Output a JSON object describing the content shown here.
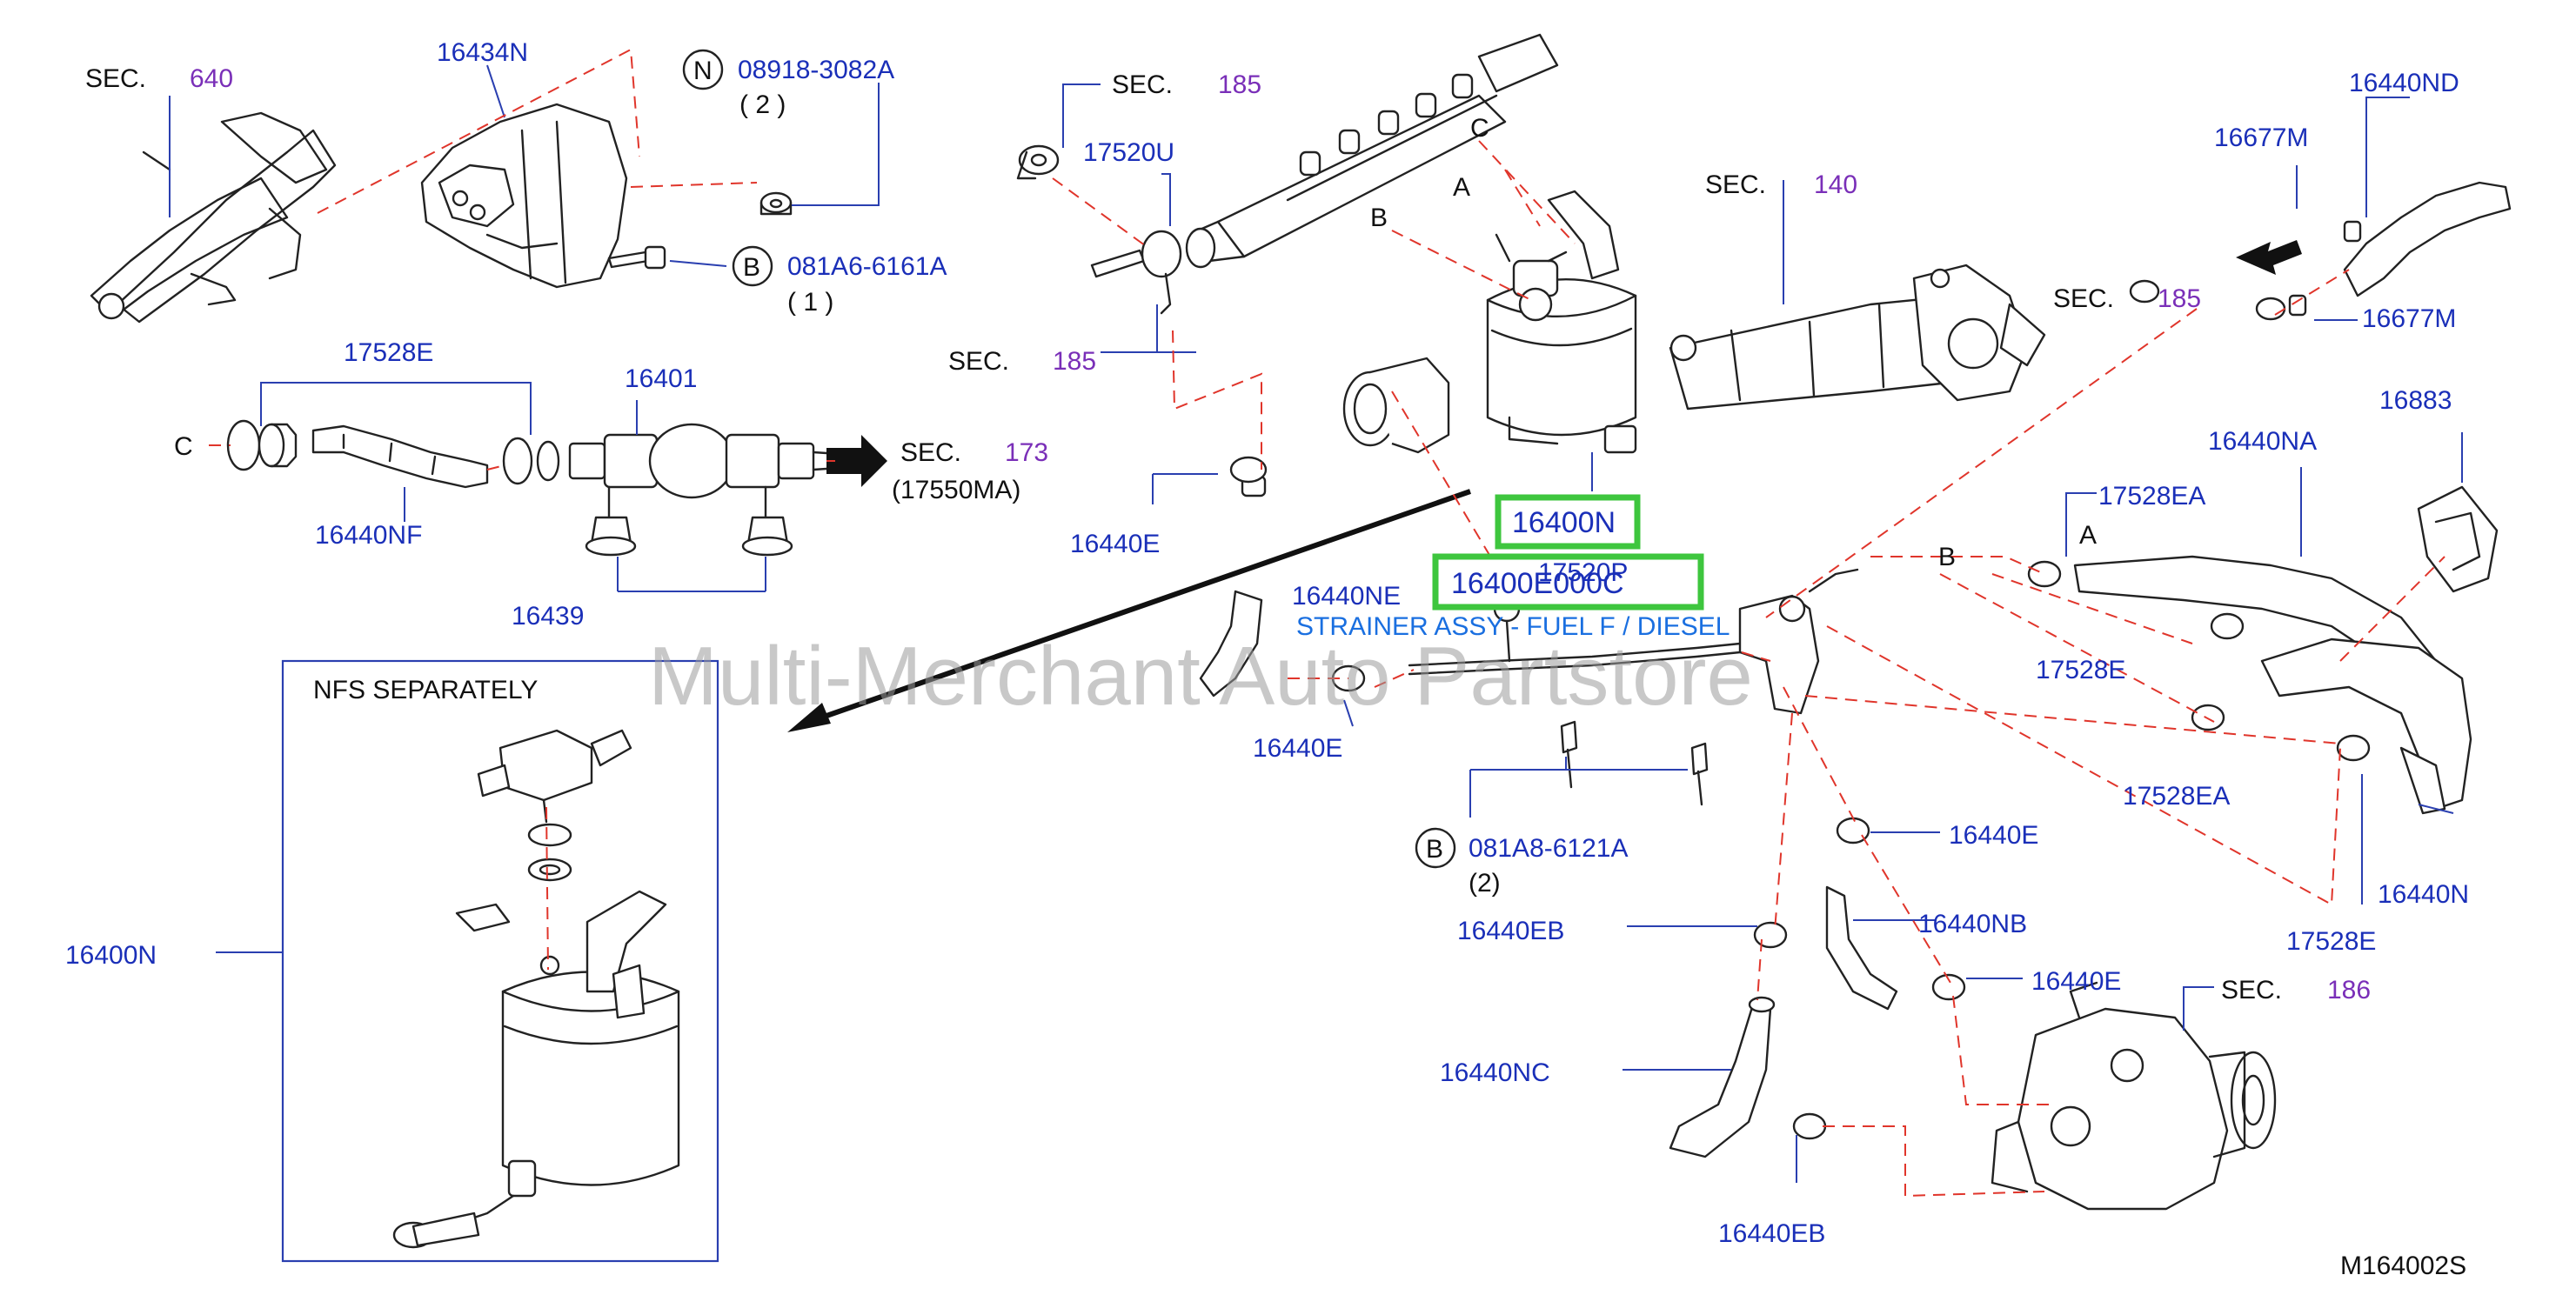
{
  "watermark": "Multi-Merchant Auto Partstore",
  "diagram_code": "M164002S",
  "highlight": {
    "part_a": "16400N",
    "part_b": "16400E000C",
    "part_b_name": "STRAINER ASSY - FUEL F / DIESEL"
  },
  "labels": {
    "sec": "SEC.",
    "sec_640": "640",
    "p16434N": "16434N",
    "nut_prefix": "N",
    "nut_num": "08918-3082A",
    "nut_qty": "( 2 )",
    "bolt_prefix": "B",
    "bolt_num": "081A6-6161A",
    "bolt_qty": "( 1 )",
    "p17528E_top": "17528E",
    "p16401": "16401",
    "letter_c_left": "C",
    "sec_173": "173",
    "p17550MA": "(17550MA)",
    "p16440NF": "16440NF",
    "p16439": "16439",
    "nfs_separately": "NFS  SEPARATELY",
    "p16400N_left": "16400N",
    "sec_185_top": "185",
    "p17520U": "17520U",
    "sec_185_mid": "185",
    "p16440E_1": "16440E",
    "p16440NE": "16440NE",
    "p16440E_2": "16440E",
    "p17520P": "17520P",
    "letter_a": "A",
    "letter_b": "B",
    "letter_c_top": "C",
    "sec_140": "140",
    "p16440ND": "16440ND",
    "p16677M_1": "16677M",
    "sec_185_right": "185",
    "p16677M_2": "16677M",
    "p16883": "16883",
    "p16440NA": "16440NA",
    "p17528EA_1": "17528EA",
    "letter_b_right": "B",
    "letter_a_right": "A",
    "p17528E_right": "17528E",
    "p17528EA_2": "17528EA",
    "p16440N_right": "16440N",
    "p17528E_bottom": "17528E",
    "bolt2_prefix": "B",
    "bolt2_num": "081A8-6121A",
    "bolt2_qty": "(2)",
    "p16440E_3": "16440E",
    "p16440EB_1": "16440EB",
    "p16440NB": "16440NB",
    "p16440E_4": "16440E",
    "sec_186": "186",
    "p16440NC": "16440NC",
    "p16440EB_2": "16440EB"
  },
  "colors": {
    "label_blue": "#1a2fb8",
    "section_purple": "#7a2fb8",
    "leader_red": "#e0352b",
    "highlight_green": "#3ec63e"
  }
}
